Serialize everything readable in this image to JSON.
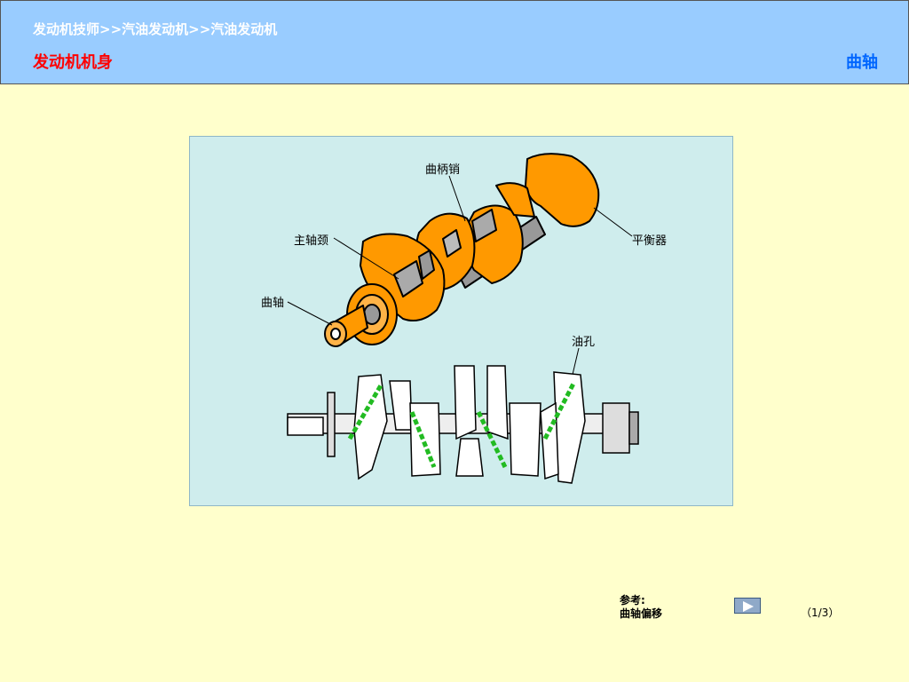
{
  "header": {
    "breadcrumb": "发动机技师>>汽油发动机>>汽油发动机",
    "section": "发动机机身",
    "title": "曲轴"
  },
  "figure": {
    "labels": {
      "crankpin": "曲柄销",
      "main_journal": "主轴颈",
      "counterweight": "平衡器",
      "crankshaft": "曲轴",
      "oil_hole": "油孔"
    }
  },
  "footer": {
    "reference_label": "参考:",
    "reference_link": "曲轴偏移",
    "page_indicator": "（1/3）"
  },
  "colors": {
    "header_bg": "#99ccff",
    "page_bg": "#ffffcc",
    "crank_orange": "#ff9900",
    "oil_passage_green": "#33cc33"
  }
}
